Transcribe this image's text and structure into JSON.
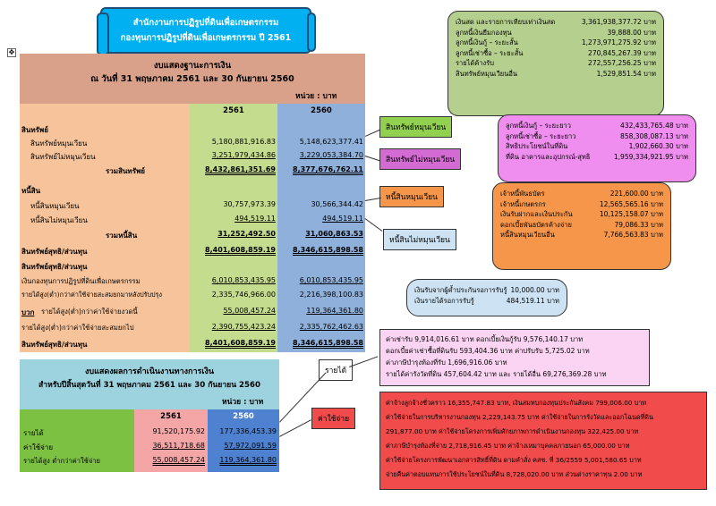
{
  "banner": {
    "line1": "สำนักงานการปฏิรูปที่ดินเพื่อเกษตรกรรม",
    "line2": "กองทุนการปฏิรูปที่ดินเพื่อเกษตรกรรม  ปี 2561"
  },
  "balance_sheet": {
    "title": "งบแสดงฐานะการเงิน",
    "subtitle": "ณ  วันที่ 31 พฤษภาคม 2561 และ 30 กันยายน 2560",
    "unit": "หน่วย : บาท",
    "col1": "2561",
    "col2": "2560",
    "rows": [
      {
        "label": "สินทรัพย์",
        "v1": "",
        "v2": ""
      },
      {
        "label": "สินทรัพย์หมุนเวียน",
        "v1": "5,180,881,916.83",
        "v2": "5,148,623,377.41"
      },
      {
        "label": "สินทรัพย์ไม่หมุนเวียน",
        "v1": "3,251,979,434.86",
        "v2": "3,229,053,384.70"
      },
      {
        "label": "รวมสินทรัพย์",
        "v1": "8,432,861,351.69",
        "v2": "8,377,676,762.11"
      },
      {
        "label": "หนี้สิน",
        "v1": "",
        "v2": ""
      },
      {
        "label": "หนี้สินหมุนเวียน",
        "v1": "30,757,973.39",
        "v2": "30,566,344.42"
      },
      {
        "label": "หนี้สินไม่หมุนเวียน",
        "v1": "494,519.11",
        "v2": "494,519.11"
      },
      {
        "label": "รวมหนี้สิน",
        "v1": "31,252,492.50",
        "v2": "31,060,863.53"
      },
      {
        "label": "สินทรัพย์สุทธิ/ส่วนทุน",
        "v1": "8,401,608,859.19",
        "v2": "8,346,615,898.58"
      },
      {
        "label": "สินทรัพย์สุทธิ/ส่วนทุน",
        "v1": "",
        "v2": ""
      },
      {
        "label": "เงินกองทุนการปฏิรูปที่ดินเพื่อเกษตรกรรม",
        "v1": "6,010,853,435.95",
        "v2": "6,010,853,435.95"
      },
      {
        "label": "รายได้สูง(ต่ำ)กว่าค่าใช้จ่ายสะสมยกมาหลังปรับปรุง",
        "v1": "2,335,746,966.00",
        "v2": "2,216,398,100.83"
      },
      {
        "label": "รายได้สูง(ต่ำ)กว่าค่าใช้จ่ายงวดนี้",
        "prefix": "บวก",
        "v1": "55,008,457.24",
        "v2": "119,364,361.80"
      },
      {
        "label": "รายได้สูง(ต่ำ)กว่าค่าใช้จ่ายสะสมยกไป",
        "v1": "2,390,755,423.24",
        "v2": "2,335,762,462.63"
      },
      {
        "label": "สินทรัพย์สุทธิ/ส่วนทุน",
        "v1": "8,401,608,859.19",
        "v2": "8,346,615,898.58"
      }
    ]
  },
  "income_statement": {
    "title": "งบแสดงผลการดำเนินงานทางการเงิน",
    "subtitle": "สำหรับปีสิ้นสุดวันที่  31 พฤษภาคม 2561 และ 30 กันยายน 2560",
    "unit": "หน่วย : บาท",
    "col1": "2561",
    "col2": "2560",
    "rows": [
      {
        "label": "รายได้",
        "v1": "91,520,175.92",
        "v2": "177,336,453.39"
      },
      {
        "label": "ค่าใช้จ่าย",
        "v1": "36,511,718.68",
        "v2": "57,972,091.59"
      },
      {
        "label": "รายได้สูง ต่ำกว่าค่าใช้จ่าย",
        "v1": "55,008,457.24",
        "v2": "119,364,361.80"
      }
    ]
  },
  "tags": {
    "current_assets": "สินทรัพย์หมุนเวียน",
    "noncurrent_assets": "สินทรัพย์ไม่หมุนเวียน",
    "current_liabilities": "หนี้สินหมุนเวียน",
    "noncurrent_liabilities": "หนี้สินไม่หมุนเวียน",
    "income": "รายได้",
    "expense": "ค่าใช้จ่าย"
  },
  "callout_current_assets": [
    {
      "label": "เงินสด และรายการเทียบเท่าเงินสด",
      "value": "3,361,938,377.72 บาท"
    },
    {
      "label": "ลูกหนี้เงินยืมกองทุน",
      "value": "39,888.00 บาท"
    },
    {
      "label": "ลูกหนี้เงินกู้ – ระยะสั้น",
      "value": "1,273,971,275.92 บาท"
    },
    {
      "label": "ลูกหนี้เช่าซื้อ – ระยะสั้น",
      "value": "270,845,267.39 บาท"
    },
    {
      "label": "รายได้ค้างรับ",
      "value": "272,557,256.25 บาท"
    },
    {
      "label": "สินทรัพย์หมุนเวียนอื่น",
      "value": "1,529,851.54 บาท"
    }
  ],
  "callout_noncurrent_assets": [
    {
      "label": "ลูกหนี้เงินกู้ – ระยะยาว",
      "value": "432,433,765.48 บาท"
    },
    {
      "label": "ลูกหนี้เช่าซื้อ – ระยะยาว",
      "value": "858,308,087.13 บาท"
    },
    {
      "label": "สิทธิประโยชน์ในที่ดิน",
      "value": "1,902,660.30 บาท"
    },
    {
      "label": "ที่ดิน อาคารและอุปกรณ์-สุทธิ",
      "value": "1,959,334,921.95 บาท"
    }
  ],
  "callout_current_liabilities": [
    {
      "label": "เจ้าหนี้พันธบัตร",
      "value": "221,600.00 บาท"
    },
    {
      "label": "เจ้าหนี้เกษตรกร",
      "value": "12,565,565.16 บาท"
    },
    {
      "label": "เงินรับฝากและเงินประกัน",
      "value": "10,125,158.07 บาท"
    },
    {
      "label": "ดอกเบี้ยพันธบัตรค้างจ่าย",
      "value": "79,086.33 บาท"
    },
    {
      "label": "หนี้สินหมุนเวียนอื่น",
      "value": "7,766,563.83 บาท"
    }
  ],
  "callout_noncurrent_liabilities": [
    {
      "label": "เงินรับจากผู้ค้ำประกันรอการรับรู้",
      "value": "10,000.00 บาท"
    },
    {
      "label": "เงินรายได้รอการรับรู้",
      "value": "484,519.11 บาท"
    }
  ],
  "note_income": [
    "ค่าเช่ารับ  9,914,016.61 บาท  ดอกเบี้ยเงินกู้รับ  9,576,140.17  บาท",
    "ดอกเบี้ยค่าเช่าซื้อที่ดินรับ   593,404.36 บาท  ค่าปรับรับ  5,725.02  บาท",
    "ค่าภาษีบำรุงท้องที่รับ   1,696,916.06  บาท",
    "รายได้ค่ารังวัดที่ดิน   457,604.42  บาท   และ  รายได้อื่น  69,276,369.28 บาท"
  ],
  "note_expense": [
    "ค่าจ้างลูกจ้างชั่วคราว  16,355,747.83 บาท, เงินสมทบกองทุนประกันสังคม  799,006.00 บาท",
    "ค่าใช้จ่ายในการบริหารงานกองทุน  2,229,143.75  บาท  ค่าใช้จ่ายในการรังวัดและออกโฉนดที่ดิน",
    "291,877.00  บาท  ค่าใช้จ่ายโครงการเพิ่มศักยภาพการดำเนินงานกองทุน  322,425.00 บาท",
    "ค่าภาษีบำรุงท้องที่จ่าย  2,718,916.45  บาท   ค่าจ้างเหมาบุคคลภายนอก  65,000.00  บาท",
    "ค่าใช้จ่ายโครงการพัฒนาเอกสารสิทธิ์ที่ดิน ตามคำสั่ง คสช. ที่ 36/2559   5,001,580.65  บาท",
    "จ่ายคืนค่าตอบแทนการใช้ประโยชน์ในที่ดิน  8,728,020.00  บาท   ส่วนต่างราคาทุน   2.00  บาท"
  ],
  "colors": {
    "banner": "#00b0f0",
    "bs_header": "#d9a08a",
    "bs_label_col": "#f7c39a",
    "bs_2561_col": "#c4dc8e",
    "bs_2560_col": "#8fb0da",
    "callout_green": "#b5cf8e",
    "callout_magenta": "#f08ef0",
    "callout_orange": "#f6964a",
    "callout_blue": "#cde3f3",
    "note_pink": "#fbd4f3",
    "note_red": "#f24b4b"
  }
}
